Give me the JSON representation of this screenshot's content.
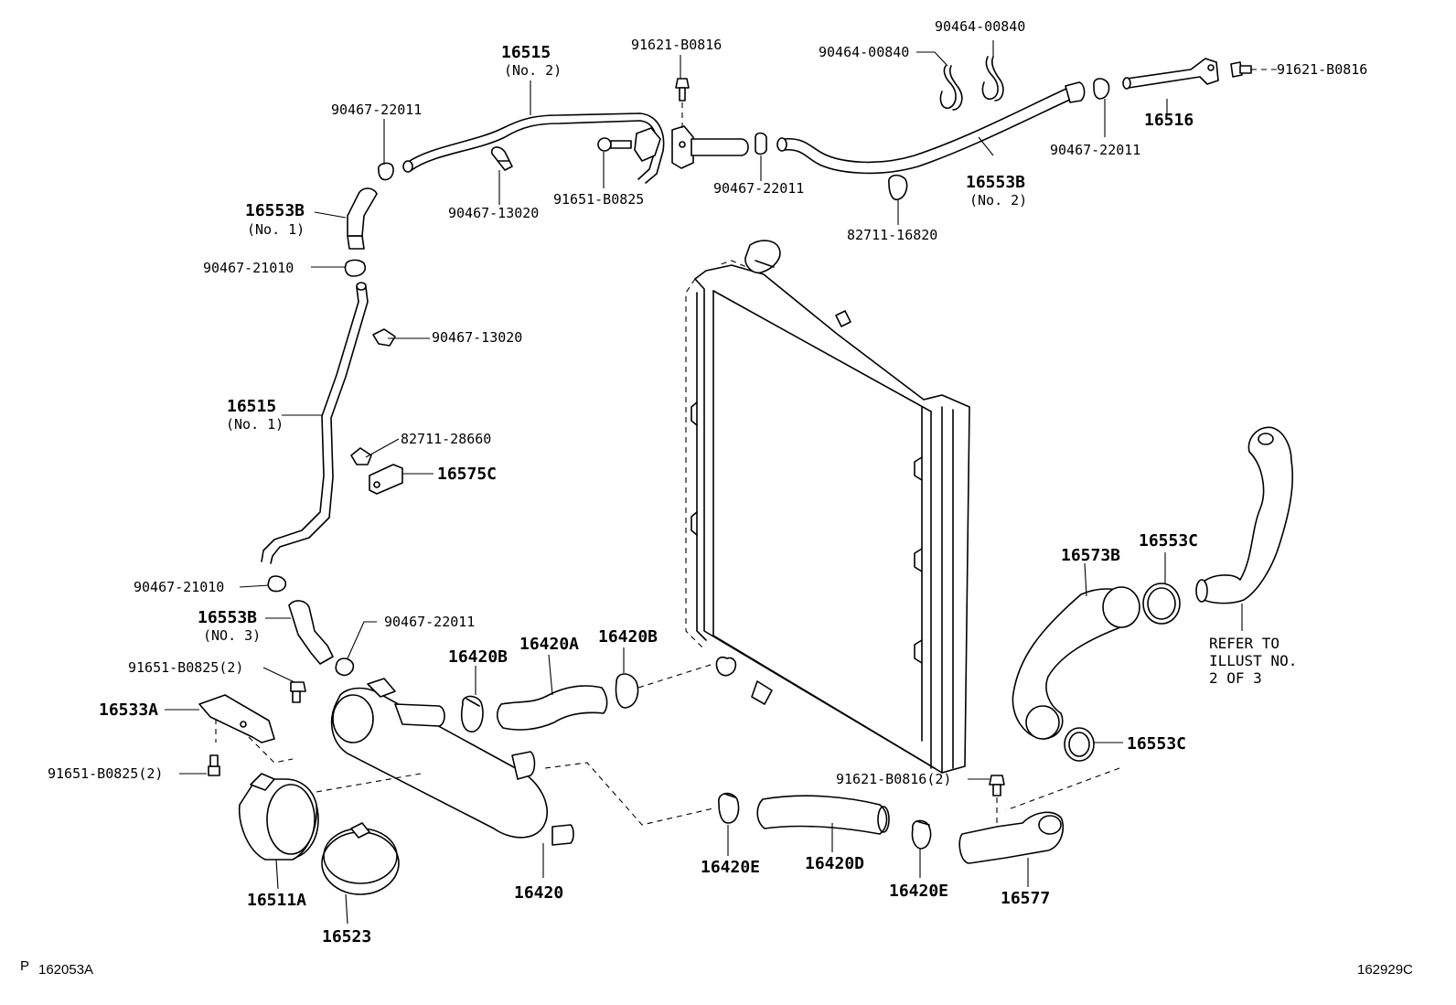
{
  "labels": {
    "p16515_no2": "16515",
    "p16515_no2_sub": "(No. 2)",
    "p91621_top": "91621-B0816",
    "p90464_a": "90464-00840",
    "p90464_b": "90464-00840",
    "p91621_right": "91621-B0816",
    "p16516": "16516",
    "p90467_22011_left": "90467-22011",
    "p90467_22011_mid": "90467-22011",
    "p90467_22011_right": "90467-22011",
    "p90467_13020_top": "90467-13020",
    "p91651_top": "91651-B0825",
    "p16553B_no2": "16553B",
    "p16553B_no2_sub": "(No. 2)",
    "p82711_16820": "82711-16820",
    "p16553B_no1": "16553B",
    "p16553B_no1_sub": "(No. 1)",
    "p90467_21010_top": "90467-21010",
    "p90467_13020_mid": "90467-13020",
    "p16515_no1": "16515",
    "p16515_no1_sub": "(No. 1)",
    "p82711_28660": "82711-28660",
    "p16575C": "16575C",
    "p90467_21010_bot": "90467-21010",
    "p16553B_no3": "16553B",
    "p16553B_no3_sub": "(NO. 3)",
    "p90467_22011_low": "90467-22011",
    "p91651_2_top": "91651-B0825(2)",
    "p16533A": "16533A",
    "p91651_2_bot": "91651-B0825(2)",
    "p16420B_left": "16420B",
    "p16420A": "16420A",
    "p16420B_right": "16420B",
    "p16573B": "16573B",
    "p16553C_top": "16553C",
    "p16553C_bot": "16553C",
    "refer_1": "REFER TO",
    "refer_2": "ILLUST NO.",
    "refer_3": "2 OF 3",
    "p91621_2": "91621-B0816(2)",
    "p16420E_left": "16420E",
    "p16420D": "16420D",
    "p16420E_right": "16420E",
    "p16577": "16577",
    "p16511A": "16511A",
    "p16523": "16523",
    "p16420": "16420",
    "corner_left_p": "P",
    "corner_left_code": "162053A",
    "corner_right_code": "162929C"
  }
}
